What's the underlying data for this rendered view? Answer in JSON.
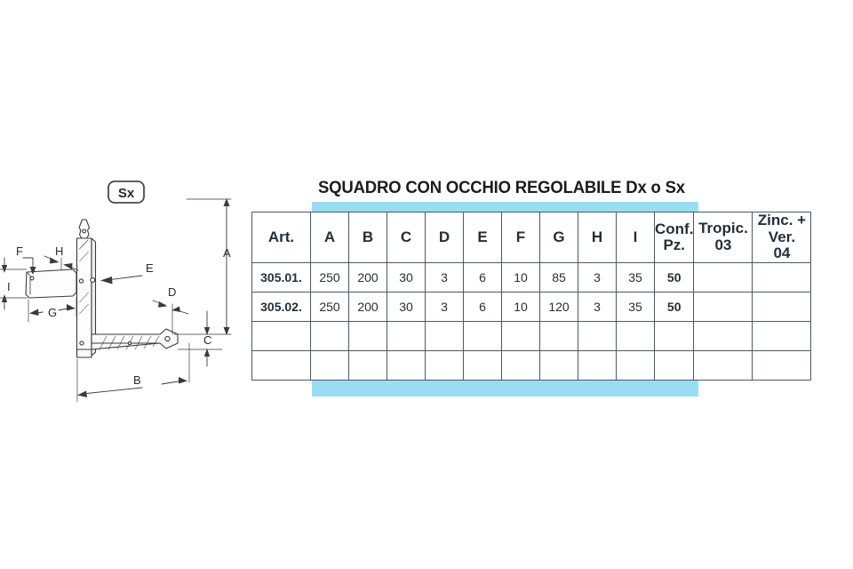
{
  "product": {
    "title": "SQUADRO CON OCCHIO REGOLABILE Dx o Sx",
    "hand_badge": "Sx"
  },
  "colors": {
    "highlight_blue": "#9BDCF5",
    "table_border": "#4a5a66",
    "text_dark": "#22303a",
    "drawing_line": "#3a3a3a"
  },
  "drawing": {
    "dimension_labels": [
      "A",
      "B",
      "C",
      "D",
      "E",
      "F",
      "G",
      "H",
      "I"
    ],
    "callouts": {
      "A": "A",
      "B": "B",
      "C": "C",
      "D": "D",
      "E": "E",
      "F": "F",
      "G": "G",
      "H": "H",
      "I": "I"
    }
  },
  "table": {
    "headers": [
      "Art.",
      "A",
      "B",
      "C",
      "D",
      "E",
      "F",
      "G",
      "H",
      "I"
    ],
    "conf_header_line1": "Conf.",
    "conf_header_line2": "Pz.",
    "finish_headers": [
      {
        "line1": "Tropic.",
        "line2": "03"
      },
      {
        "line1": "Zinc. + Ver.",
        "line2": "04"
      }
    ],
    "rows": [
      {
        "art": "305.01.",
        "dims": [
          "250",
          "200",
          "30",
          "3",
          "6",
          "10",
          "85",
          "3",
          "35"
        ],
        "conf": "50",
        "tropic": "",
        "zinc": ""
      },
      {
        "art": "305.02.",
        "dims": [
          "250",
          "200",
          "30",
          "3",
          "6",
          "10",
          "120",
          "3",
          "35"
        ],
        "conf": "50",
        "tropic": "",
        "zinc": ""
      },
      {
        "art": "",
        "dims": [
          "",
          "",
          "",
          "",
          "",
          "",
          "",
          "",
          ""
        ],
        "conf": "",
        "tropic": "",
        "zinc": ""
      },
      {
        "art": "",
        "dims": [
          "",
          "",
          "",
          "",
          "",
          "",
          "",
          "",
          ""
        ],
        "conf": "",
        "tropic": "",
        "zinc": ""
      }
    ]
  }
}
